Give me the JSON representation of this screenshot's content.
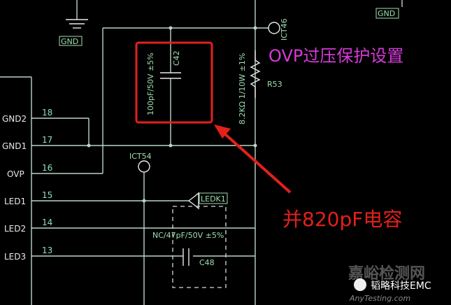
{
  "schematic": {
    "gnd_labels": [
      "GND",
      "GND"
    ],
    "testpoints": [
      "ICT46",
      "ICT54"
    ],
    "capacitor_c42": {
      "ref": "C42",
      "value": "100pF/50V ±5%"
    },
    "resistor_r53": {
      "ref": "R53",
      "value": "8.2KΩ 1/10W ±1%"
    },
    "capacitor_c48": {
      "ref": "C48",
      "value": "NC/47pF/50V ±5%"
    },
    "net_ledk1": "LEDK1",
    "connector_pins": [
      {
        "name": "GND2",
        "number": "18"
      },
      {
        "name": "GND1",
        "number": "17"
      },
      {
        "name": "OVP",
        "number": "16"
      },
      {
        "name": "LED1",
        "number": "15"
      },
      {
        "name": "LED2",
        "number": "14"
      },
      {
        "name": "LED3",
        "number": "13"
      }
    ]
  },
  "annotations": {
    "ovp_title": "OVP过压保护设置",
    "parallel_note": "并820pF电容",
    "colors": {
      "annotation": "#e3201b",
      "title": "#d43bd6"
    }
  },
  "watermark": {
    "site_cn": "嘉峪检测网",
    "site_en": "AnyTesting.com",
    "account": "韬略科技EMC"
  }
}
